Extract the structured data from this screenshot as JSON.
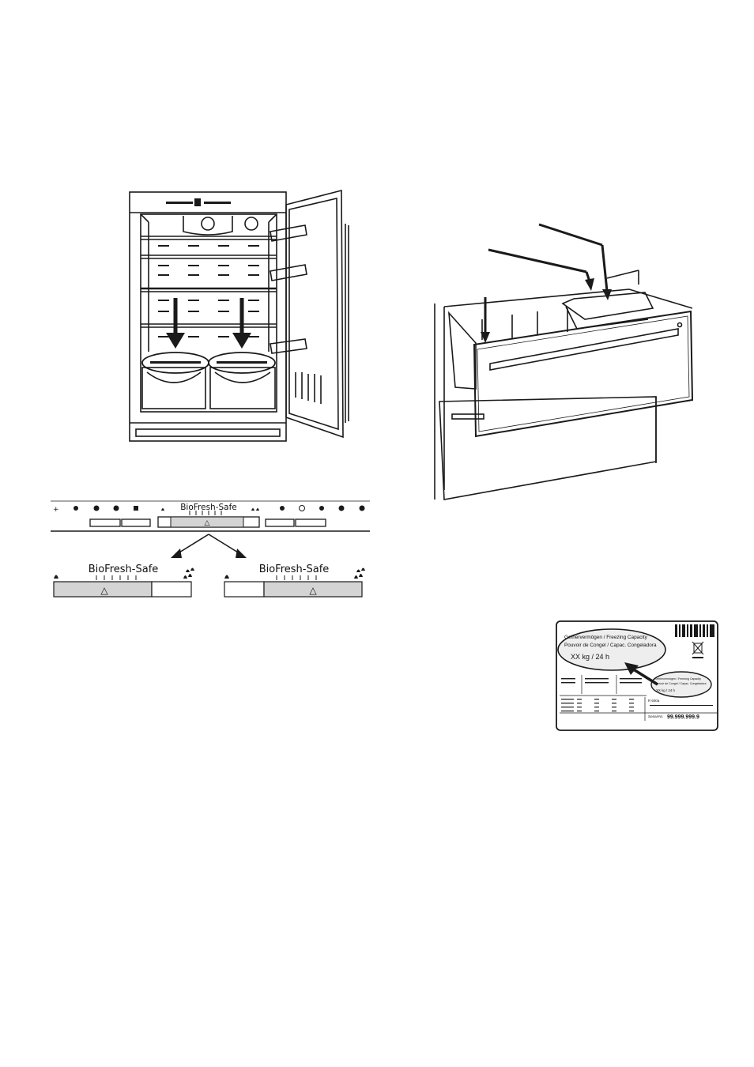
{
  "control_strip": {
    "label": "BioFresh-Safe",
    "selected_symbol": "△"
  },
  "left_setting": {
    "label": "BioFresh-Safe",
    "symbol": "△"
  },
  "right_setting": {
    "label": "BioFresh-Safe",
    "symbol": "△"
  },
  "rating_label": {
    "callout_line1": "Gefriervermögen / Freezing Capacity",
    "callout_line2": "Pouvoir de Congel / Capac. Congeladora",
    "callout_value": "XX kg / 24 h",
    "small_line1": "Gefriervermögen / Freezing Capacity",
    "small_line2": "Pouvoir de Congel / Capac. Congeladora",
    "small_value": "XX kg / 24 h",
    "model": "R 600a",
    "serial_label": "Serial-Nr.",
    "serial_number": "99.999.999.9"
  },
  "colors": {
    "line": "#1a1a1a",
    "fill_grey": "#d4d4d4",
    "light_grey": "#eeeeee"
  }
}
